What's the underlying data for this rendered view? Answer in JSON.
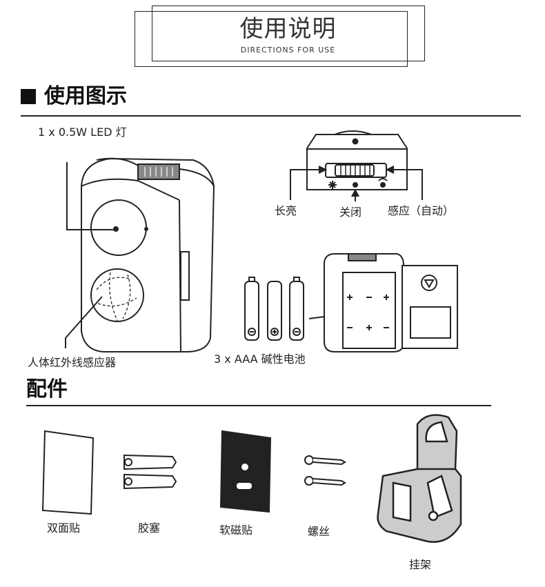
{
  "header": {
    "title": "使用说明",
    "subtitle": "DIRECTIONS FOR USE"
  },
  "usage_section": {
    "marker_icon": "black-square",
    "title": "使用图示",
    "led_label": "1 x 0.5W LED 灯",
    "sensor_label": "人体红外线感应器",
    "battery_label": "3 x AAA 碱性电池",
    "switch_labels": {
      "always_on": "长亮",
      "off": "关闭",
      "sensor_auto": "感应（自动）"
    }
  },
  "accessories_section": {
    "title": "配件",
    "items": [
      {
        "label": "双面贴"
      },
      {
        "label": "胶塞"
      },
      {
        "label": "软磁贴"
      },
      {
        "label": "螺丝"
      },
      {
        "label": "挂架"
      }
    ]
  }
}
